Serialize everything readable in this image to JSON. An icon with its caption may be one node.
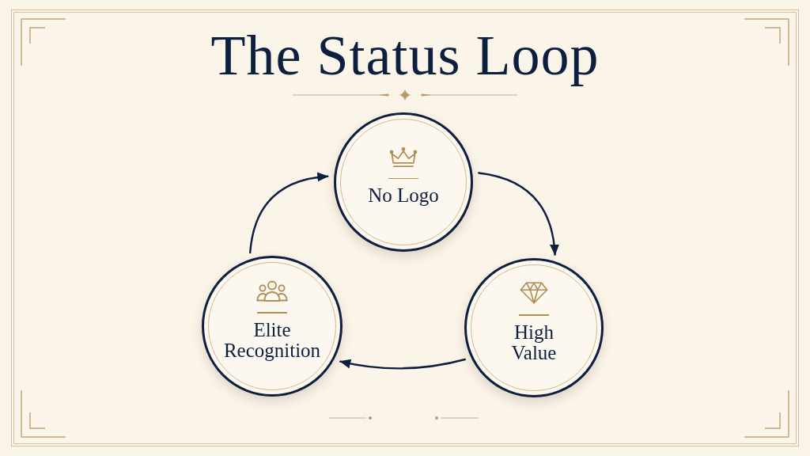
{
  "diagram": {
    "title": "The Status Loop",
    "nodes": [
      {
        "text": [
          "No Logo"
        ]
      },
      {
        "text": [
          "Elite Recognition"
        ]
      },
      {
        "text": [
          "High Value"
        ]
      }
    ],
    "edges": [
      {
        "from": 0,
        "to": 2,
        "arrow": "to"
      },
      {
        "from": 2,
        "to": 1,
        "arrow": "to"
      },
      {
        "from": 1,
        "to": 0,
        "arrow": "to"
      }
    ]
  }
}
